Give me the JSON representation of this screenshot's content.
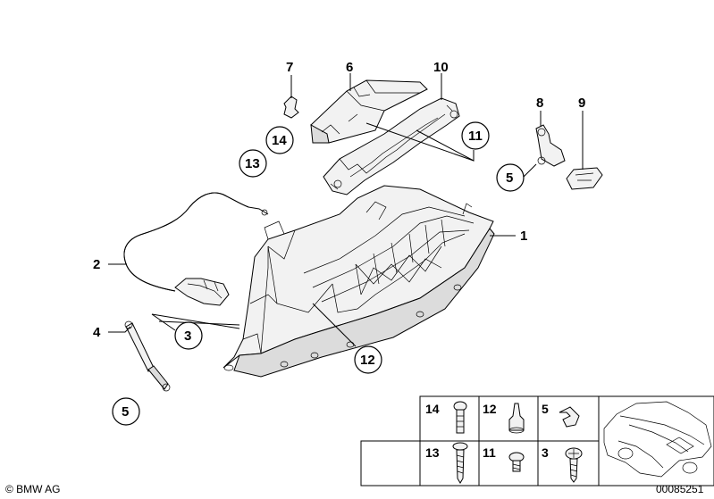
{
  "callouts": [
    "1",
    "2",
    "3",
    "4",
    "5",
    "6",
    "7",
    "8",
    "9",
    "10",
    "11",
    "12",
    "13",
    "14"
  ],
  "legend": {
    "cells": [
      {
        "num": "14",
        "icon": "bolt-icon"
      },
      {
        "num": "12",
        "icon": "grommet-icon"
      },
      {
        "num": "5",
        "icon": "clip-icon"
      },
      {
        "num": "13",
        "icon": "screw-icon"
      },
      {
        "num": "11",
        "icon": "short-screw-icon"
      },
      {
        "num": "3",
        "icon": "pan-head-screw-icon"
      }
    ],
    "car_icon": "car-silhouette-icon"
  },
  "copyright": "© BMW AG",
  "image_number": "00085251"
}
